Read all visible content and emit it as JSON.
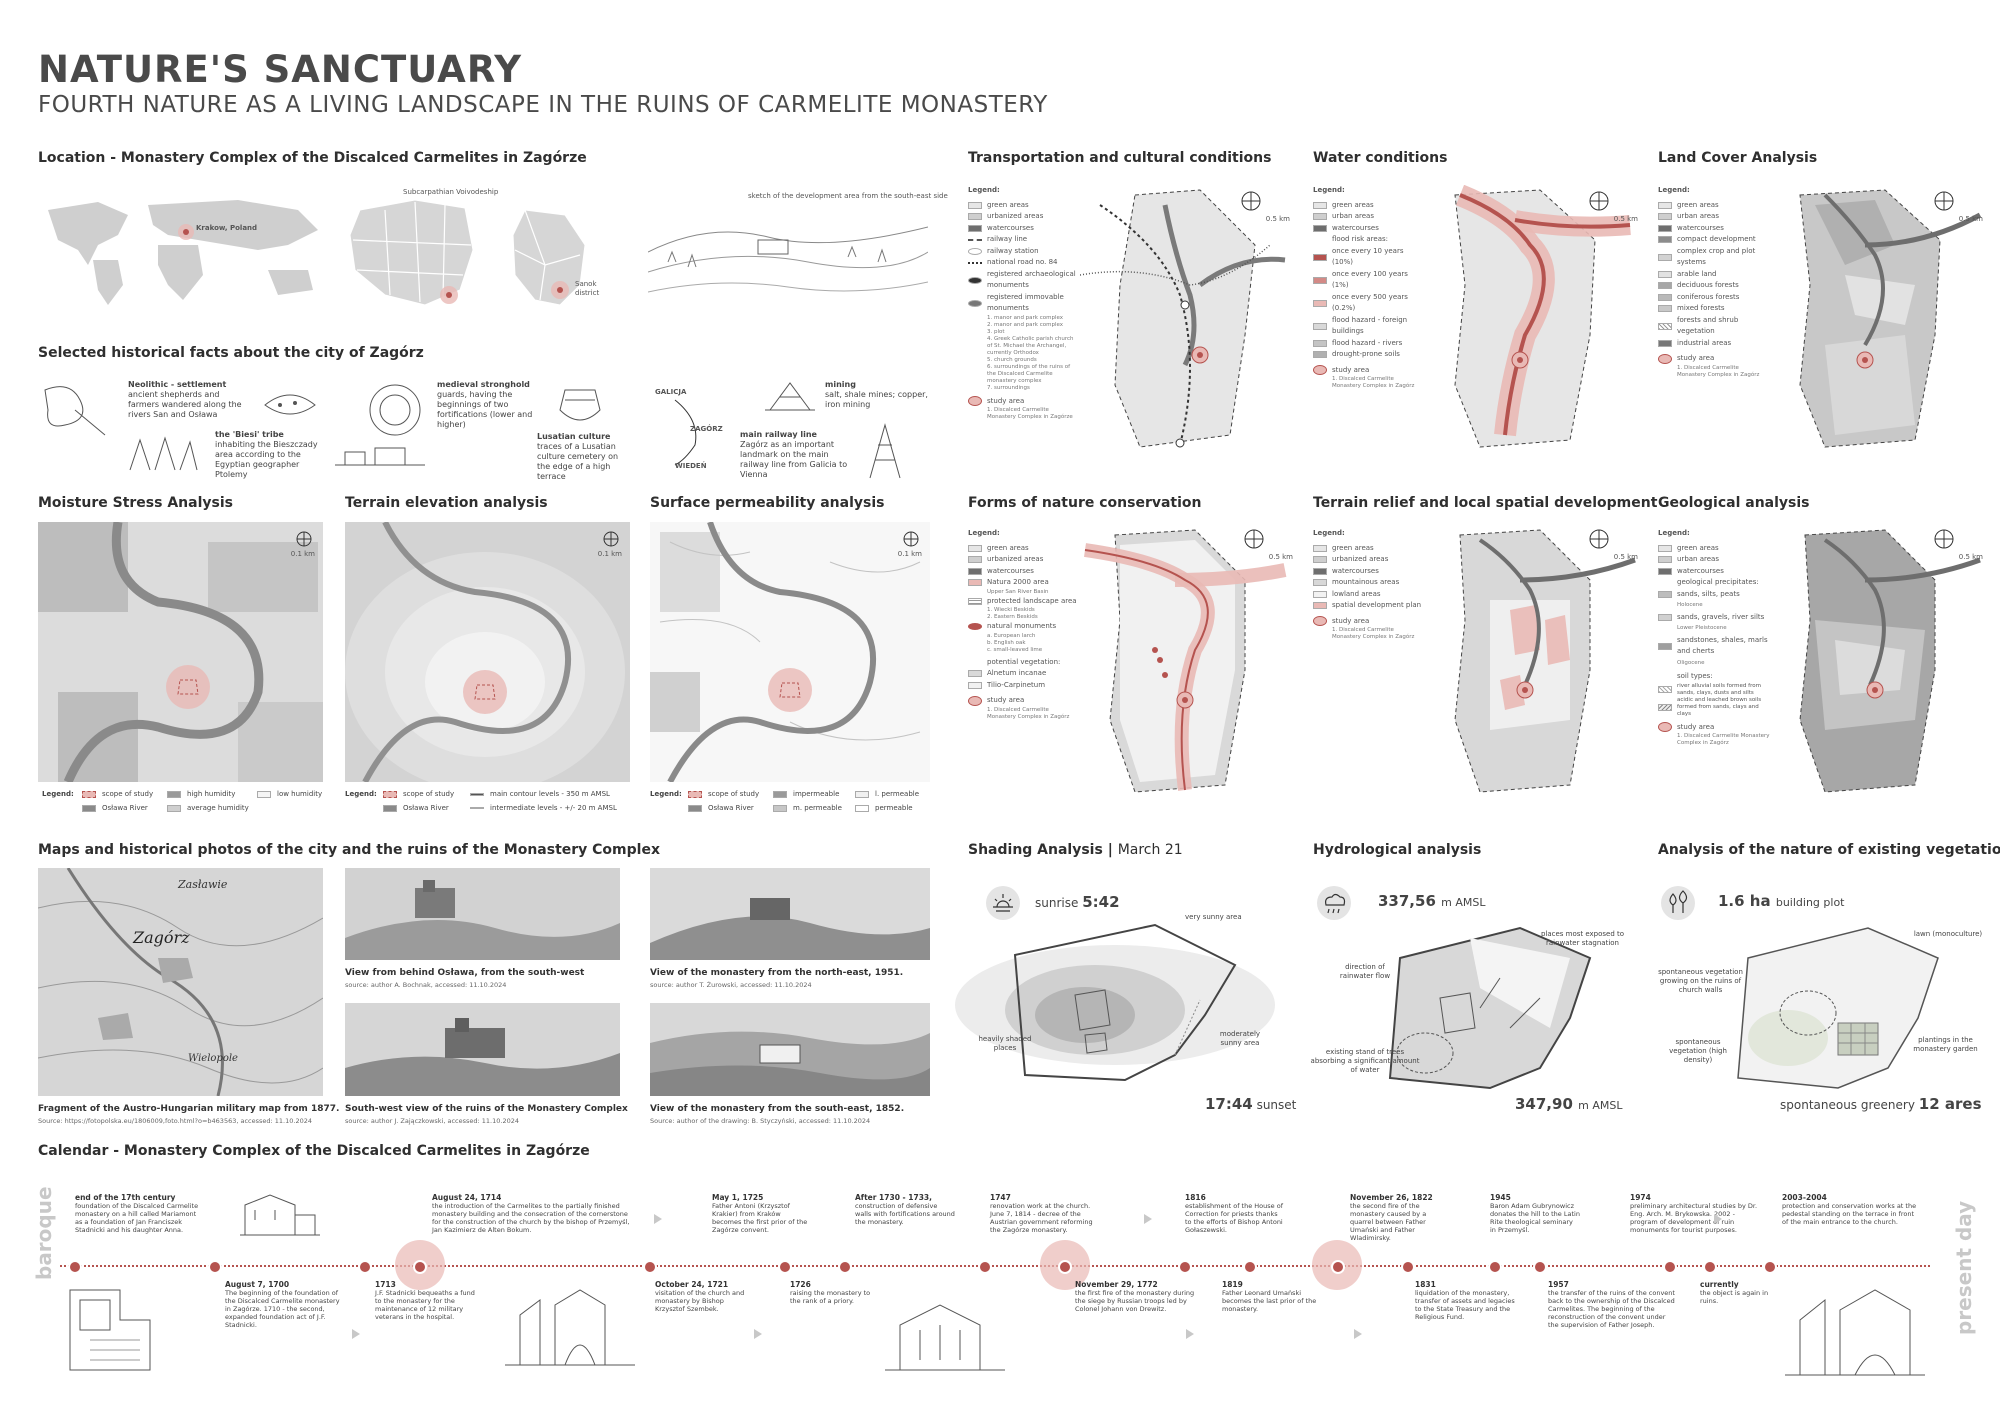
{
  "header": {
    "title": "NATURE'S SANCTUARY",
    "subtitle": "FOURTH NATURE AS A LIVING LANDSCAPE IN THE RUINS OF CARMELITE MONASTERY"
  },
  "location": {
    "title": "Location - Monastery Complex of the Discalced Carmelites in Zagórze",
    "map_label": "Krakow, Poland",
    "voivodeship": "Subcarpathian Voivodeship",
    "district": "Sanok district",
    "sketch_caption": "sketch of the development area from the south-east side"
  },
  "facts": {
    "title": "Selected historical facts about the city of Zagórz",
    "items": [
      {
        "head": "Neolithic - settlement",
        "text": "ancient shepherds and farmers wandered along the rivers San and Osława"
      },
      {
        "head": "the 'Biesi' tribe",
        "text": "inhabiting the Bieszczady area according to the Egyptian geographer Ptolemy"
      },
      {
        "head": "medieval stronghold",
        "text": "guards, having the beginnings of two fortifications (lower and higher)"
      },
      {
        "head": "Lusatian culture",
        "text": "traces of a Lusatian culture cemetery on the edge of a high terrace"
      },
      {
        "head": "mining",
        "text": "salt, shale mines; copper, iron mining"
      },
      {
        "head": "main railway line",
        "text": "Zagórz as an important landmark on the main railway line from Galicia to Vienna"
      }
    ],
    "map_words": [
      "GALICJA",
      "ZAGÓRZ",
      "WIEDEŃ"
    ]
  },
  "analyses": {
    "moisture": {
      "title": "Moisture Stress Analysis",
      "legend_label": "Legend:",
      "legend": [
        "scope of study",
        "high humidity",
        "low humidity",
        "Osława River",
        "average humidity"
      ]
    },
    "terrain": {
      "title": "Terrain elevation analysis",
      "legend_label": "Legend:",
      "legend": [
        "scope of study",
        "main contour levels - 350 m AMSL",
        "Osława River",
        "intermediate levels - +/- 20 m AMSL"
      ]
    },
    "surface": {
      "title": "Surface permeability analysis",
      "legend_label": "Legend:",
      "legend": [
        "scope of study",
        "impermeable",
        "l. permeable",
        "Osława River",
        "m. permeable",
        "permeable"
      ]
    },
    "scale_label": "0.1 km"
  },
  "maps": {
    "transport": {
      "title": "Transportation and cultural conditions",
      "legend_label": "Legend:",
      "legend": [
        "green areas",
        "urbanized areas",
        "watercourses",
        "railway line",
        "railway station",
        "national road no. 84",
        "registered archaeological monuments",
        "registered immovable monuments",
        "study area"
      ],
      "monuments_list": [
        "1. manor and park complex",
        "2. manor and park complex",
        "3. plot",
        "4. Greek Catholic parish church of St. Michael the Archangel, currently Orthodox",
        "5. church grounds",
        "6. surroundings of the ruins of the Discalced Carmelite monastery complex",
        "7. surroundings"
      ],
      "study_note": "1. Discalced Carmelite Monastery Complex in Zagórze"
    },
    "water": {
      "title": "Water conditions",
      "legend_label": "Legend:",
      "legend": [
        "green areas",
        "urban areas",
        "watercourses",
        "flood risk areas:",
        "once every 10 years (10%)",
        "once every 100 years (1%)",
        "once every 500 years (0.2%)",
        "flood hazard - foreign buildings",
        "flood hazard - rivers",
        "drought-prone soils",
        "study area"
      ],
      "study_note": "1. Discalced Carmelite Monastery Complex in Zagórz"
    },
    "landcover": {
      "title": "Land Cover Analysis",
      "legend_label": "Legend:",
      "legend": [
        "green areas",
        "urban areas",
        "watercourses",
        "compact development",
        "complex crop and plot systems",
        "arable land",
        "deciduous forests",
        "coniferous forests",
        "mixed forests",
        "forests and shrub vegetation",
        "industrial areas",
        "study area"
      ],
      "study_note": "1. Discalced Carmelite Monastery Complex in Zagórz"
    },
    "conservation": {
      "title": "Forms of nature conservation",
      "legend_label": "Legend:",
      "legend": [
        "green areas",
        "urbanized areas",
        "watercourses",
        "Natura 2000 area",
        "protected landscape area",
        "natural monuments",
        "potential vegetation:",
        "Alnetum incanae",
        "Tilio-Carpinetum",
        "study area"
      ],
      "sub_natura": "Upper San River Basin",
      "sub_landscape": [
        "1. Wiecki Beskids",
        "2. Eastern Beskids"
      ],
      "sub_monuments": [
        "a. European larch",
        "b. English oak",
        "c. small-leaved lime"
      ],
      "study_note": "1. Discalced Carmelite Monastery Complex in Zagórz"
    },
    "relief": {
      "title": "Terrain relief and local spatial development",
      "legend_label": "Legend:",
      "legend": [
        "green areas",
        "urbanized areas",
        "watercourses",
        "mountainous areas",
        "lowland areas",
        "spatial development plan",
        "study area"
      ],
      "study_note": "1. Discalced Carmelite Monastery Complex in Zagórz"
    },
    "geology": {
      "title": "Geological analysis",
      "legend_label": "Legend:",
      "legend": [
        "green areas",
        "urban areas",
        "watercourses",
        "geological precipitates:",
        "sands, silts, peats",
        "sands, gravels, river silts",
        "sandstones, shales, marls and cherts",
        "soil types:",
        "river alluvial soils formed from sands, clays, dusts and silts",
        "acidic and leached brown soils formed from sands, clays and clays",
        "study area"
      ],
      "ages": [
        "Holocene",
        "Lower Pleistocene",
        "Oligocene"
      ],
      "study_note": "1. Discalced Carmelite Monastery Complex in Zagórz"
    },
    "scale_label": "0.5 km"
  },
  "photos": {
    "title": "Maps and historical photos of the city and the ruins of the Monastery Complex",
    "items": [
      {
        "caption": "Fragment of the Austro-Hungarian military map from 1877.",
        "source": "Source: https://fotopolska.eu/1806009,foto.html?o=b463563, accessed: 11.10.2024"
      },
      {
        "caption": "View from behind Osława, from the south-west",
        "source": "source: author A. Bochnak, accessed: 11.10.2024"
      },
      {
        "caption": "South-west view of the ruins of the Monastery Complex",
        "source": "source: author J. Zajączkowski, accessed: 11.10.2024"
      },
      {
        "caption": "View of the monastery from the north-east, 1951.",
        "source": "source: author T. Żurowski, accessed: 11.10.2024"
      },
      {
        "caption": "View of the monastery from the south-east, 1852.",
        "source": "Source: author of the drawing: B. Styczyński, accessed: 11.10.2024"
      }
    ],
    "map_words": [
      "Zasławie",
      "Zagórz",
      "Wielopole"
    ]
  },
  "shading": {
    "title": "Shading Analysis",
    "date": "March 21",
    "sunrise_label": "sunrise",
    "sunrise_time": "5:42",
    "sunset_time": "17:44",
    "sunset_label": "sunset",
    "notes": [
      "very sunny area",
      "heavily shaded places",
      "moderately sunny area"
    ]
  },
  "hydro": {
    "title": "Hydrological analysis",
    "top_value": "337,56",
    "bottom_value": "347,90",
    "unit": "m AMSL",
    "notes": [
      "places most exposed to rainwater stagnation",
      "direction of rainwater flow",
      "existing stand of trees absorbing a significant amount of water"
    ]
  },
  "vegetation": {
    "title": "Analysis of the nature of existing vegetation",
    "plot_value": "1.6 ha",
    "plot_label": "building plot",
    "greenery_label": "spontaneous greenery",
    "greenery_value": "12 ares",
    "notes": [
      "lawn (monoculture)",
      "spontaneous vegetation growing on the ruins of church walls",
      "spontaneous vegetation (high density)",
      "plantings in the monastery garden"
    ]
  },
  "calendar": {
    "title": "Calendar - Monastery Complex of the Discalced Carmelites in Zagórze",
    "left_label": "baroque",
    "right_label": "present day",
    "top": [
      {
        "date": "end of the 17th century",
        "text": "foundation of the Discalced Carmelite monastery on a hill called Mariamont as a foundation of Jan Franciszek Stadnicki and his daughter Anna."
      },
      {
        "date": "August 24, 1714",
        "text": "the introduction of the Carmelites to the partially finished monastery building and the consecration of the cornerstone for the construction of the church by the bishop of Przemyśl, Jan Kazimierz de Alten Bokum."
      },
      {
        "date": "May 1, 1725",
        "text": "Father Antoni (Krzysztof Krakier) from Kraków becomes the first prior of the Zagórze convent."
      },
      {
        "date": "After 1730 - 1733,",
        "text": "construction of defensive walls with fortifications around the monastery."
      },
      {
        "date": "1747",
        "text": "renovation work at the church. June 7, 1814 - decree of the Austrian government reforming the Zagórze monastery."
      },
      {
        "date": "1816",
        "text": "establishment of the House of Correction for priests thanks to the efforts of Bishop Antoni Gołaszewski."
      },
      {
        "date": "November 26, 1822",
        "text": "the second fire of the monastery caused by a quarrel between Father Umański and Father Wladimirsky."
      },
      {
        "date": "1945",
        "text": "Baron Adam Gubrynowicz donates the hill to the Latin Rite theological seminary in Przemyśl."
      },
      {
        "date": "1974",
        "text": "preliminary architectural studies by Dr. Eng. Arch. M. Brykowska. 2002 - program of development of ruin monuments for tourist purposes."
      },
      {
        "date": "2003-2004",
        "text": "protection and conservation works at the pedestal standing on the terrace in front of the main entrance to the church."
      }
    ],
    "bottom": [
      {
        "date": "August 7, 1700",
        "text": "The beginning of the foundation of the Discalced Carmelite monastery in Zagórze. 1710 - the second, expanded foundation act of J.F. Stadnicki."
      },
      {
        "date": "1713",
        "text": "J.F. Stadnicki bequeaths a fund to the monastery for the maintenance of 12 military veterans in the hospital."
      },
      {
        "date": "October 24, 1721",
        "text": "visitation of the church and monastery by Bishop Krzysztof Szembek."
      },
      {
        "date": "1726",
        "text": "raising the monastery to the rank of a priory."
      },
      {
        "date": "November 29, 1772",
        "text": "the first fire of the monastery during the siege by Russian troops led by Colonel Johann von Drewitz."
      },
      {
        "date": "1819",
        "text": "Father Leonard Umański becomes the last prior of the monastery."
      },
      {
        "date": "1831",
        "text": "liquidation of the monastery, transfer of assets and legacies to the State Treasury and the Religious Fund."
      },
      {
        "date": "1957",
        "text": "the transfer of the ruins of the convent back to the ownership of the Discalced Carmelites. The beginning of the reconstruction of the convent under the supervision of Father Joseph."
      },
      {
        "date": "currently",
        "text": "the object is again in ruins."
      }
    ]
  },
  "colors": {
    "accent": "#b5534f",
    "accent_light": "#e9b9b5",
    "panel_gray": "#ededed",
    "dark_gray": "#6e6e6e",
    "text": "#3a3a3a"
  }
}
